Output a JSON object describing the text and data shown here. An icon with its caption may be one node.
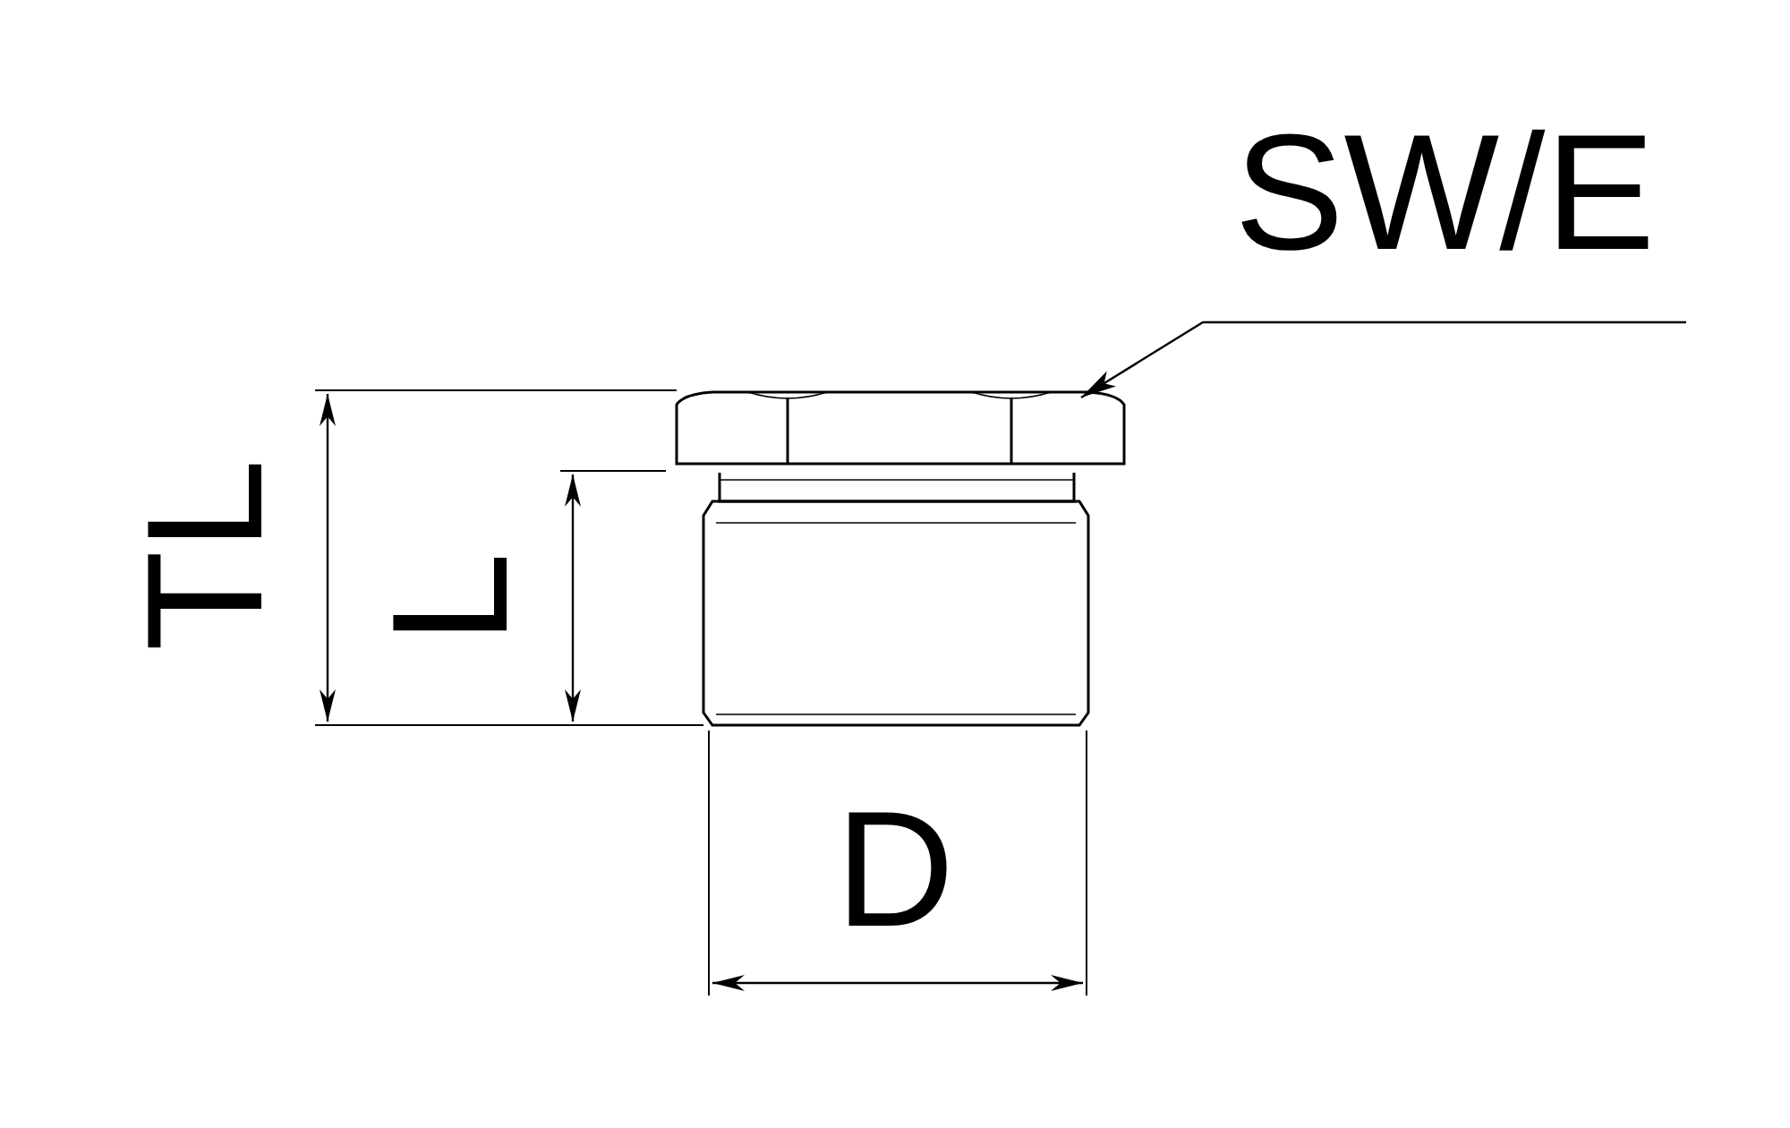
{
  "diagram": {
    "nodes": [
      {
        "text": [
          "SW/E"
        ]
      },
      {
        "text": [],
        "shape": "picture"
      }
    ],
    "edges": [
      {
        "from": 0,
        "to": 1,
        "arrow": "to"
      }
    ],
    "labels": [
      "TL",
      "L",
      "D"
    ]
  }
}
